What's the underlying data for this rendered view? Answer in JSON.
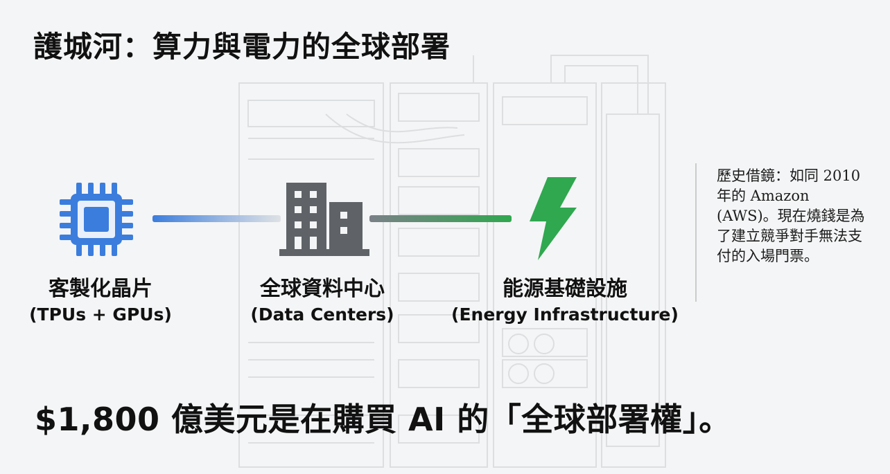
{
  "title": "護城河：算力與電力的全球部署",
  "nodes": [
    {
      "zh": "客製化晶片",
      "en": "(TPUs + GPUs)",
      "icon": "chip-icon",
      "color": "#3b7ddd"
    },
    {
      "zh": "全球資料中心",
      "en": "(Data Centers)",
      "icon": "building-icon",
      "color": "#5f6368"
    },
    {
      "zh": "能源基礎設施",
      "en": "(Energy Infrastructure)",
      "icon": "lightning-icon",
      "color": "#2fa84f"
    }
  ],
  "sidenote": "歷史借鏡：如同 2010 年的 Amazon (AWS)。現在燒錢是為了建立競爭對手無法支付的入場門票。",
  "bottom_text": "$1,800 億美元是在購買 AI 的「全球部署權」。"
}
